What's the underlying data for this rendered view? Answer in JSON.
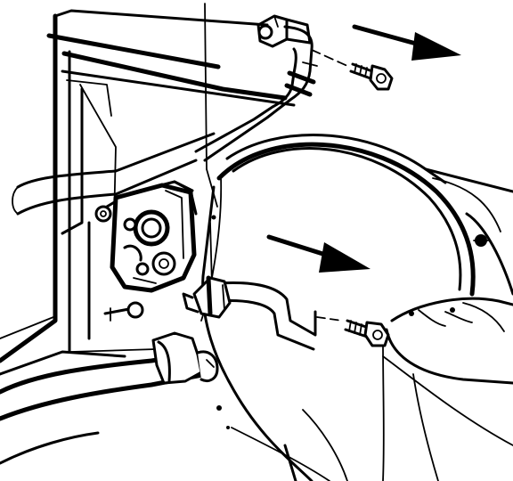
{
  "figure": {
    "kind": "technical line illustration",
    "ink_color": "#000000",
    "paper_color": "#ffffff",
    "parts": [
      {
        "name": "upper-refrigerant-line"
      },
      {
        "name": "upper-line-bolt"
      },
      {
        "name": "upper-direction-arrow"
      },
      {
        "name": "center-direction-arrow"
      },
      {
        "name": "lower-refrigerant-line"
      },
      {
        "name": "lower-line-bolt"
      },
      {
        "name": "block-fitting"
      },
      {
        "name": "fan-shroud"
      },
      {
        "name": "radiator-hose"
      }
    ]
  }
}
